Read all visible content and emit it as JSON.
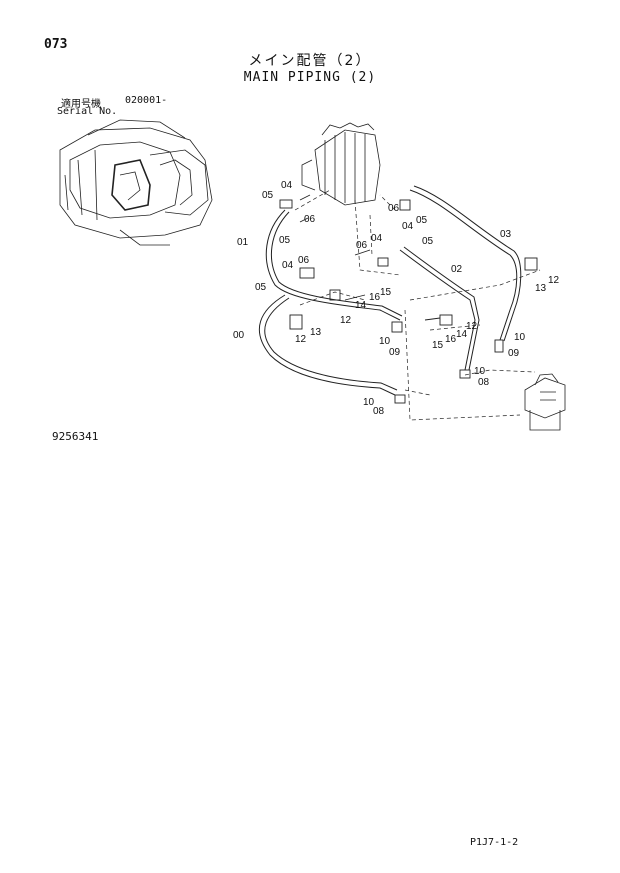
{
  "header": {
    "page_number": "073",
    "title_jp": "メイン配管（2）",
    "title_en": "MAIN PIPING (2)"
  },
  "serial": {
    "label_jp": "適用号機",
    "value": "020001-",
    "label_en": "Serial No."
  },
  "footer": {
    "drawing_number": "9256341",
    "sheet_code": "P1J7-1-2"
  },
  "callouts": [
    "05",
    "04",
    "06",
    "01",
    "05",
    "06",
    "04",
    "05",
    "04",
    "06",
    "05",
    "06",
    "04",
    "03",
    "02",
    "05",
    "15",
    "16",
    "14",
    "12",
    "13",
    "12",
    "13",
    "12",
    "00",
    "10",
    "09",
    "15",
    "16",
    "14",
    "12",
    "10",
    "09",
    "10",
    "08",
    "10",
    "08"
  ]
}
